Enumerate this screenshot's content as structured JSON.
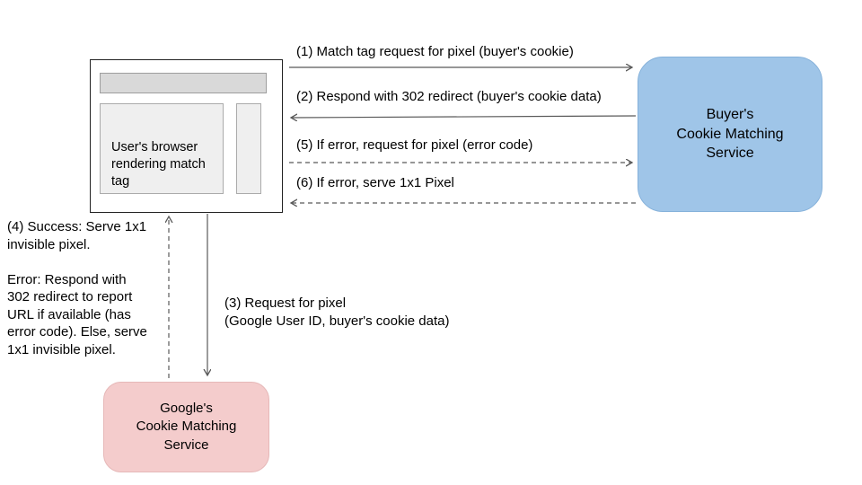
{
  "colors": {
    "buyer_node_fill": "#9fc5e8",
    "google_node_fill": "#f4cccc",
    "browser_bar_fill": "#d9d9d9",
    "browser_pane_fill": "#efefef",
    "arrow_stroke": "#595959"
  },
  "nodes": {
    "browser": {
      "label": "User's browser\nrendering match\ntag"
    },
    "buyer": {
      "label": "Buyer's\nCookie Matching\nService"
    },
    "google": {
      "label": "Google's\nCookie Matching\nService"
    }
  },
  "arrows": {
    "a1": {
      "label": "(1)  Match tag request for pixel (buyer's cookie)",
      "style": "solid",
      "direction": "right"
    },
    "a2": {
      "label": "(2)  Respond with 302 redirect (buyer's cookie data)",
      "style": "solid",
      "direction": "left"
    },
    "a5": {
      "label": "(5) If error, request for pixel (error code)",
      "style": "dashed",
      "direction": "right"
    },
    "a6": {
      "label": "(6) If error, serve 1x1 Pixel",
      "style": "dashed",
      "direction": "left"
    },
    "a3": {
      "label": "(3)  Request for pixel\n(Google User ID, buyer's cookie data)",
      "style": "solid",
      "direction": "down"
    },
    "a4": {
      "label": "(4) Success: Serve 1x1\ninvisible pixel.\n\nError: Respond with\n302 redirect to report\nURL if available (has\nerror code). Else, serve\n1x1 invisible pixel.",
      "style": "dashed",
      "direction": "up"
    }
  }
}
